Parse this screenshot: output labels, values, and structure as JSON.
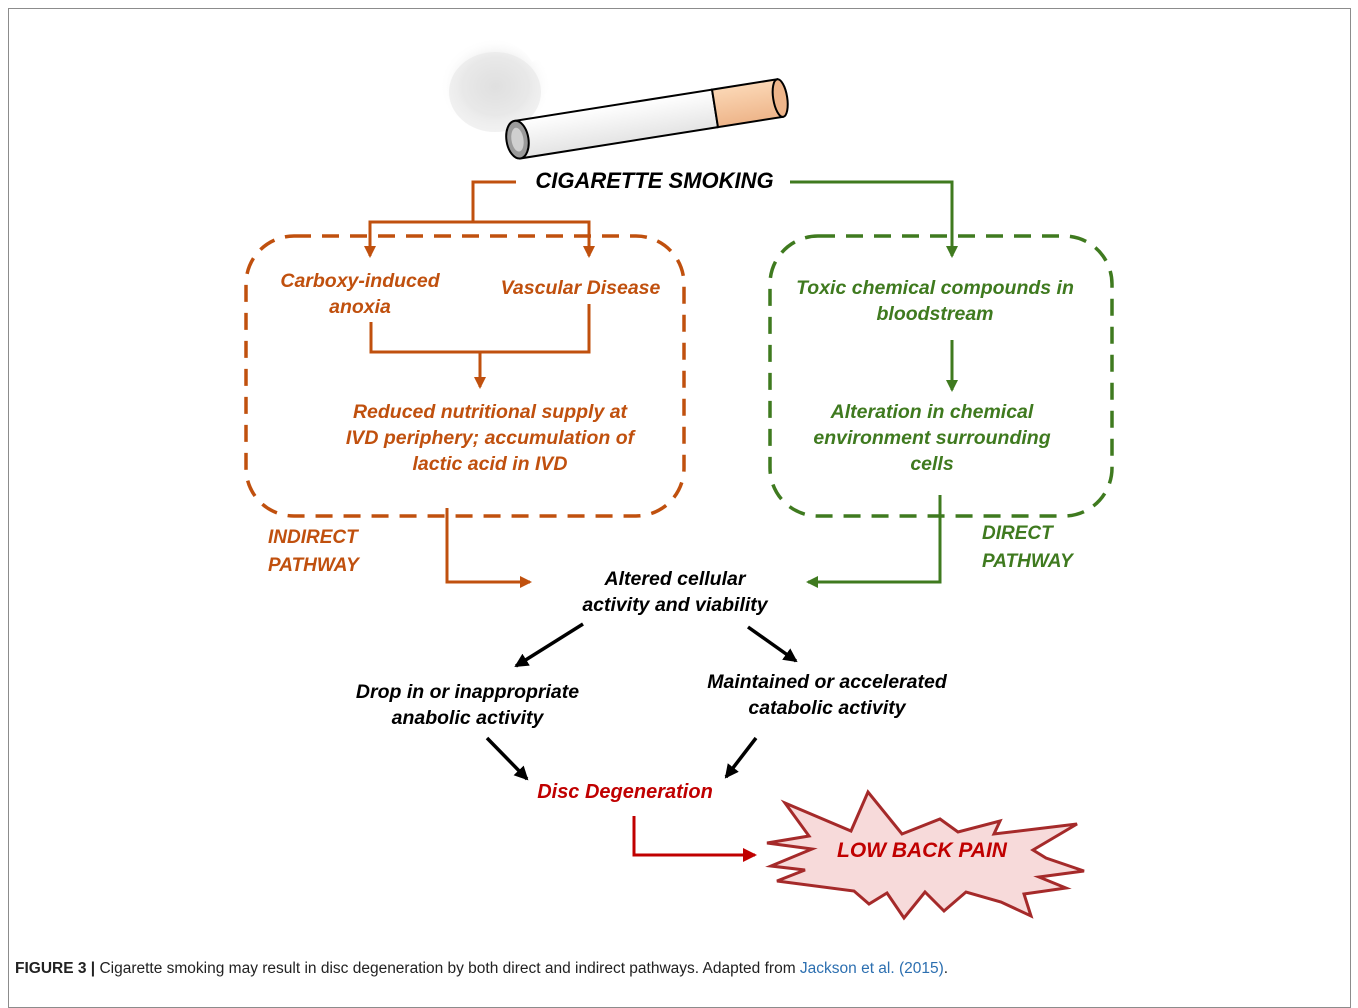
{
  "colors": {
    "indirect": "#c0500e",
    "direct": "#3f7a1f",
    "main": "#000000",
    "outcome": "#c00000",
    "pain_fill": "#f7dada",
    "pain_stroke": "#a52a2a"
  },
  "icons": [
    "cigarette-icon",
    "smoke-icon",
    "burst-icon"
  ],
  "diagram": {
    "top": "CIGARETTE SMOKING",
    "indirect": {
      "node1": "Carboxy-induced\nanoxia",
      "node2": "Vascular Disease",
      "node3": "Reduced nutritional supply at\nIVD periphery; accumulation of\nlactic acid in IVD",
      "label": "INDIRECT\nPATHWAY"
    },
    "direct": {
      "node1": "Toxic chemical compounds in\nbloodstream",
      "node2": "Alteration in chemical\nenvironment surrounding\ncells",
      "label": "DIRECT\nPATHWAY"
    },
    "center": "Altered cellular\nactivity and viability",
    "left_branch": "Drop in or inappropriate\nanabolic activity",
    "right_branch": "Maintained or accelerated\ncatabolic activity",
    "outcome": "Disc Degeneration",
    "final": "LOW BACK PAIN"
  },
  "caption": {
    "figure": "FIGURE 3 |",
    "text": " Cigarette smoking may result in disc degeneration by both direct and indirect pathways. Adapted from ",
    "citation": "Jackson et al. (2015)",
    "end": "."
  }
}
